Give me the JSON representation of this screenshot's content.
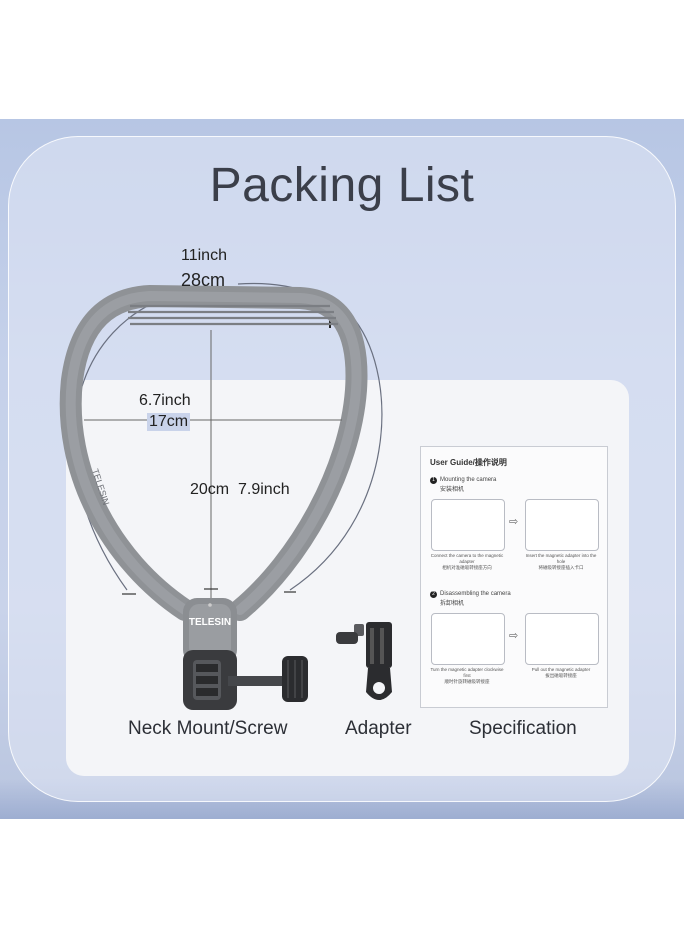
{
  "title": "Packing List",
  "dimensions": {
    "width_inch": "11inch",
    "width_cm": "28cm",
    "inner_inch": "6.7inch",
    "inner_cm": "17cm",
    "height_cm": "20cm",
    "height_inch": "7.9inch"
  },
  "product": {
    "brand": "TELESIN"
  },
  "items": [
    {
      "label": "Neck Mount/Screw"
    },
    {
      "label": "Adapter"
    },
    {
      "label": "Specification"
    }
  ],
  "guide": {
    "title": "User Guide/操作说明",
    "step1": {
      "num": "1",
      "title": "Mounting the camera",
      "title_cn": "安装相机"
    },
    "step1_caption_a": "Connect the camera to the magnetic adapter",
    "step1_caption_a_cn": "相机对准磁吸转接座方向",
    "step1_caption_b": "Insert the magnetic adapter into the hole",
    "step1_caption_b_cn": "将磁吸转接座插入卡口",
    "step2": {
      "num": "2",
      "title": "Disassembling the camera",
      "title_cn": "拆卸相机"
    },
    "step2_caption_a": "Turn the magnetic adapter clockwise first",
    "step2_caption_a_cn": "顺时针旋转磁吸转接座",
    "step2_caption_b": "Pull out the magnetic adapter",
    "step2_caption_b_cn": "拔出磁吸转接座",
    "arrow": "⇨"
  },
  "colors": {
    "background": "#c5d1ea",
    "mount": "#8f9296",
    "text": "#2c2f36"
  }
}
